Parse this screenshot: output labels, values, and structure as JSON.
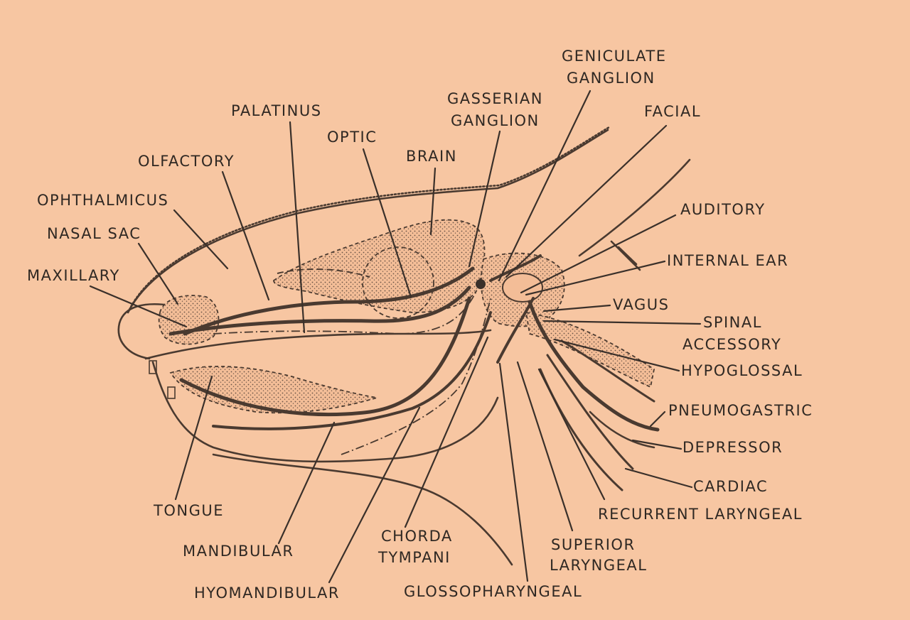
{
  "labels": {
    "geniculate_ganglion": [
      "GENICULATE",
      "GANGLION"
    ],
    "facial": "FACIAL",
    "gasserian_ganglion": [
      "GASSERIAN",
      "GANGLION"
    ],
    "palatinus": "PALATINUS",
    "optic": "OPTIC",
    "brain": "BRAIN",
    "olfactory": "OLFACTORY",
    "ophthalmicus": "OPHTHALMICUS",
    "nasal_sac": "NASAL SAC",
    "maxillary": "MAXILLARY",
    "auditory": "AUDITORY",
    "internal_ear": "INTERNAL EAR",
    "vagus": "VAGUS",
    "spinal_accessory": [
      "SPINAL",
      "ACCESSORY"
    ],
    "hypoglossal": "HYPOGLOSSAL",
    "pneumogastric": "PNEUMOGASTRIC",
    "depressor": "DEPRESSOR",
    "cardiac": "CARDIAC",
    "recurrent_laryngeal": "RECURRENT LARYNGEAL",
    "superior_laryngeal": [
      "SUPERIOR",
      "LARYNGEAL"
    ],
    "glossopharyngeal": "GLOSSOPHARYNGEAL",
    "chorda_tympani": [
      "CHORDA",
      "TYMPANI"
    ],
    "hyomandibular": "HYOMANDIBULAR",
    "mandibular": "MANDIBULAR",
    "tongue": "TONGUE"
  },
  "colors": {
    "background": "#f7c6a2",
    "ink": "#3a302a"
  }
}
